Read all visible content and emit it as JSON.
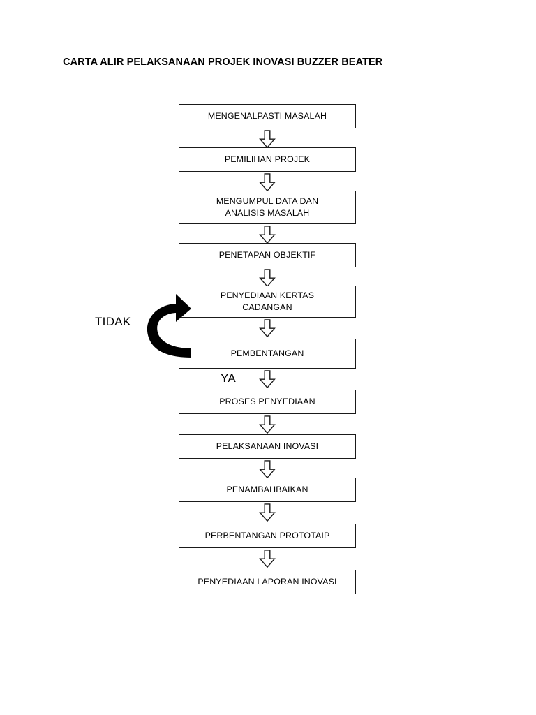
{
  "document": {
    "title": "CARTA ALIR PELAKSANAAN PROJEK INOVASI BUZZER BEATER",
    "background_color": "#ffffff",
    "line_color": "#1a1a1a",
    "loop_arrow_color": "#000000"
  },
  "flowchart": {
    "type": "flowchart",
    "orientation": "top-to-bottom",
    "nodes": [
      {
        "id": "n1",
        "label": "MENGENALPASTI MASALAH",
        "shape": "rectangle",
        "lines": 1
      },
      {
        "id": "n2",
        "label": "PEMILIHAN PROJEK",
        "shape": "rectangle",
        "lines": 1
      },
      {
        "id": "n3",
        "label": "MENGUMPUL DATA DAN ANALISIS MASALAH",
        "shape": "rectangle",
        "lines": 2,
        "line1": "MENGUMPUL DATA DAN",
        "line2": "ANALISIS MASALAH"
      },
      {
        "id": "n4",
        "label": "PENETAPAN OBJEKTIF",
        "shape": "rectangle",
        "lines": 1
      },
      {
        "id": "n5",
        "label": "PENYEDIAAN KERTAS CADANGAN",
        "shape": "rectangle",
        "lines": 2,
        "line1": "PENYEDIAAN KERTAS",
        "line2": "CADANGAN"
      },
      {
        "id": "n6",
        "label": "PEMBENTANGAN",
        "shape": "rectangle",
        "lines": 1
      },
      {
        "id": "n7",
        "label": "PROSES PENYEDIAAN",
        "shape": "rectangle",
        "lines": 1
      },
      {
        "id": "n8",
        "label": "PELAKSANAAN INOVASI",
        "shape": "rectangle",
        "lines": 1
      },
      {
        "id": "n9",
        "label": "PENAMBAHBAIKAN",
        "shape": "rectangle",
        "lines": 1
      },
      {
        "id": "n10",
        "label": "PERBENTANGAN PROTOTAIP",
        "shape": "rectangle",
        "lines": 1
      },
      {
        "id": "n11",
        "label": "PENYEDIAAN LAPORAN INOVASI",
        "shape": "rectangle",
        "lines": 1
      }
    ],
    "edges": [
      {
        "from": "n1",
        "to": "n2",
        "style": "block-arrow-down",
        "label": ""
      },
      {
        "from": "n2",
        "to": "n3",
        "style": "block-arrow-down",
        "label": ""
      },
      {
        "from": "n3",
        "to": "n4",
        "style": "block-arrow-down",
        "label": ""
      },
      {
        "from": "n4",
        "to": "n5",
        "style": "block-arrow-down",
        "label": ""
      },
      {
        "from": "n5",
        "to": "n6",
        "style": "block-arrow-down",
        "label": ""
      },
      {
        "from": "n6",
        "to": "n7",
        "style": "block-arrow-down",
        "label": "YA"
      },
      {
        "from": "n6",
        "to": "n5",
        "style": "curved-feedback-arrow",
        "label": "TIDAK"
      },
      {
        "from": "n7",
        "to": "n8",
        "style": "block-arrow-down",
        "label": ""
      },
      {
        "from": "n8",
        "to": "n9",
        "style": "block-arrow-down",
        "label": ""
      },
      {
        "from": "n9",
        "to": "n10",
        "style": "block-arrow-down",
        "label": ""
      },
      {
        "from": "n10",
        "to": "n11",
        "style": "block-arrow-down",
        "label": ""
      }
    ],
    "decision_labels": {
      "no": "TIDAK",
      "yes": "YA"
    }
  }
}
